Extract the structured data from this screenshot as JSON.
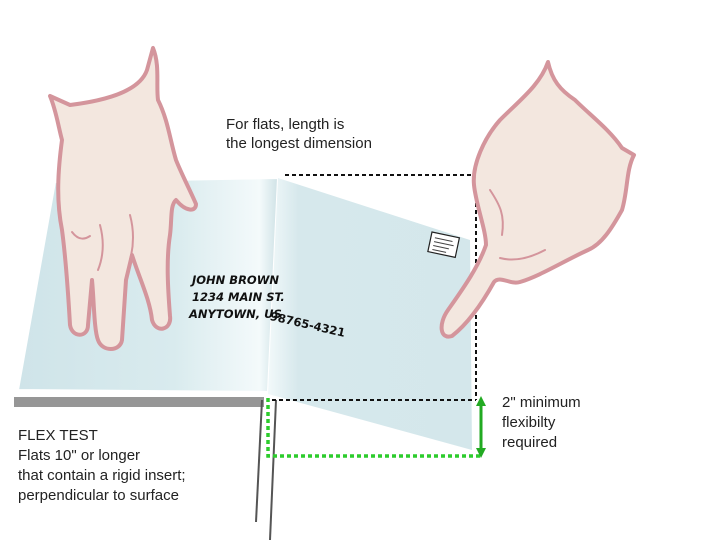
{
  "length_note": {
    "line1": "For flats, length is",
    "line2": "the longest dimension"
  },
  "address": {
    "name": "JOHN BROWN",
    "street": "1234 MAIN ST.",
    "city": "ANYTOWN, US",
    "zip": "98765-4321"
  },
  "flex_test": {
    "title": "FLEX TEST",
    "line1": "Flats 10\" or longer",
    "line2": "that contain a rigid insert;",
    "line3": "perpendicular to surface"
  },
  "flex_note": {
    "line1": "2\" minimum",
    "line2": "flexibilty",
    "line3": "required"
  },
  "colors": {
    "envelope": "#d8eaee",
    "hand_fill": "#f3e7df",
    "hand_outline": "#d4959c",
    "green": "#22bb22",
    "dotted": "#111111"
  }
}
